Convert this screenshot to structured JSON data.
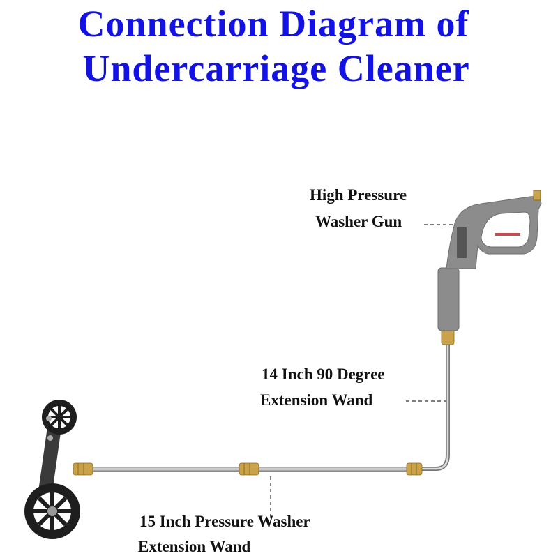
{
  "title": {
    "line1": "Connection Diagram of",
    "line2": "Undercarriage Cleaner"
  },
  "labels": {
    "gun": {
      "line1": "High Pressure",
      "line2": "Washer Gun"
    },
    "wand_90": {
      "line1": "14 Inch 90 Degree",
      "line2": "Extension Wand"
    },
    "wand_15": {
      "line1": "15 Inch Pressure Washer",
      "line2": "Extension Wand"
    }
  },
  "colors": {
    "title": "#1212e6",
    "text": "#111111",
    "brass": "#c9a24a",
    "steel": "#b8b8b8"
  }
}
